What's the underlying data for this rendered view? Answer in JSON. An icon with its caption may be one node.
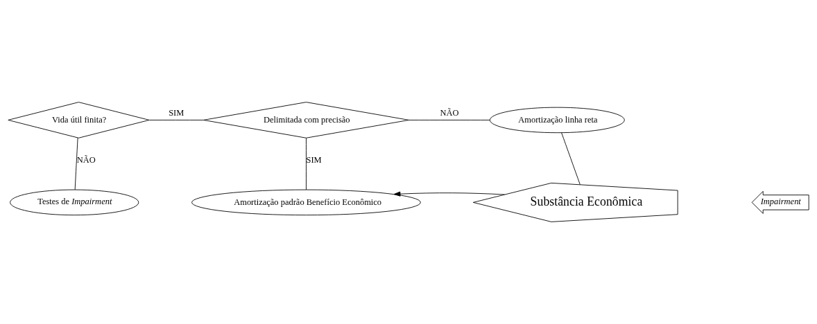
{
  "diagram": {
    "nodes": [
      {
        "text": [
          "Vida útil finita?"
        ]
      },
      {
        "text": [
          "Delimitada com precisão"
        ]
      },
      {
        "text": [
          "Amortização linha reta"
        ]
      },
      {
        "text": [
          "Testes de *Impairment*"
        ]
      },
      {
        "text": [
          "Amortização padrão Benefício Econômico"
        ]
      },
      {
        "text": [
          "Substância Econômica"
        ]
      },
      {
        "text": [
          "Impairment"
        ]
      }
    ],
    "edges": [
      {
        "from": 0,
        "to": 1,
        "arrow": "none",
        "label": "SIM"
      },
      {
        "from": 1,
        "to": 2,
        "arrow": "none",
        "label": "NÃO"
      },
      {
        "from": 0,
        "to": 3,
        "arrow": "none",
        "label": "NÃO"
      },
      {
        "from": 1,
        "to": 4,
        "arrow": "none",
        "label": "SIM"
      },
      {
        "from": 2,
        "to": 5,
        "arrow": "none"
      },
      {
        "from": 5,
        "to": 4,
        "arrow": "to"
      }
    ]
  }
}
